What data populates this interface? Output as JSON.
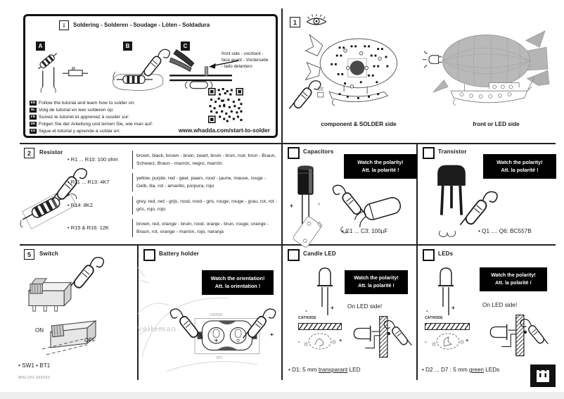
{
  "page": {
    "footer_code": "WSL222-160222"
  },
  "info": {
    "badge": "i",
    "title": "Soldering - Solderen - Soudage - Löten - Soldadura",
    "step_a": "A",
    "step_b": "B",
    "step_c": "C",
    "r_label": "R",
    "front_note_l1": "front side - voorkant -",
    "front_note_l2": "face avant - Vorderseite",
    "front_note_l3": "- lado delantero",
    "languages": [
      {
        "code": "EN",
        "text": "Follow the tutorial and learn how to solder on:"
      },
      {
        "code": "NL",
        "text": "Volg de tutorial en leer solderen op:"
      },
      {
        "code": "FR",
        "text": "Suivez le tutoriel et apprenez à souder sur:"
      },
      {
        "code": "DE",
        "text": "Folgen Sie der Anleitung und lernen Sie, wie man auf:"
      },
      {
        "code": "ES",
        "text": "Sigue el tutorial y aprende a soldar en:"
      }
    ],
    "url": "www.whadda.com/start-to-solder"
  },
  "step1": {
    "number": "1",
    "caption_left": "component & SOLDER side",
    "caption_right": "front or LED side",
    "ce_mark": "CE"
  },
  "resistor": {
    "number": "2",
    "title": "Resistor",
    "rows": [
      {
        "ref": "• R1 ... R10: 100 ohm",
        "colors": "brown, black, brown - bruin, zwart, bruin - brun, noir, brun - Braun, Schwarz, Braun - marrón, negro, marrón"
      },
      {
        "ref": "• R11 ... R13: 4K7",
        "colors": "yellow, purple, red - geel, paars, rood - jaune, mauve, rouge - Gelb, lila, rot - amarillo, púrpura, rojo"
      },
      {
        "ref": "• R14: 8K2",
        "colors": "grey, red, red - grijs, rood, rood - gris, rouge, rouge - grau, rot, rot - gris, rojo, rojo"
      },
      {
        "ref": "• R15 & R16: 12K",
        "colors": "brown, red, orange - bruin, rood, oranje - brun, rouge, orange - Braun, rot, orange - marrón, rojo, naranja"
      }
    ]
  },
  "capacitors": {
    "title": "Capacitors",
    "warning": [
      "Watch the polarity!",
      "Att. la polarité !"
    ],
    "plus": "+",
    "minus": "-",
    "silk": "C2",
    "note": "• C1 ... C3: 100µF"
  },
  "transistor": {
    "title": "Transistor",
    "warning": [
      "Watch the polarity!",
      "Att. la polarité !"
    ],
    "note": "• Q1 .... Q6: BC557B"
  },
  "switch": {
    "number": "5",
    "title": "Switch",
    "on": "ON",
    "off": "OFF",
    "note": "• SW1 • BT1"
  },
  "battery": {
    "title": "Battery holder",
    "warning": [
      "Watch the orientation!",
      "Att. la orientation !"
    ],
    "cell": "CR2032",
    "ref": "BT1",
    "plus": "+",
    "watermark": "velleman"
  },
  "candle_led": {
    "title": "Candle LED",
    "warning": [
      "Watch the polarity!",
      "Att. la polarité !"
    ],
    "side": "On LED side!",
    "cathode": "CATHODE",
    "plus": "+",
    "minus": "-",
    "silk_plus": "+",
    "silk_minus": "-",
    "note_prefix": "• D1: 5 mm ",
    "note_underline": "transparant",
    "note_suffix": " LED"
  },
  "leds": {
    "title": "LEDs",
    "warning": [
      "Watch the polarity!",
      "Att. la polarité !"
    ],
    "side": "On LED side!",
    "cathode": "CATHODE",
    "plus": "+",
    "minus": "-",
    "silk_plus": "+",
    "silk_minus": "-",
    "note_prefix": "• D2 ... D7 : 5 mm ",
    "note_underline": "green",
    "note_suffix": " LEDs"
  }
}
